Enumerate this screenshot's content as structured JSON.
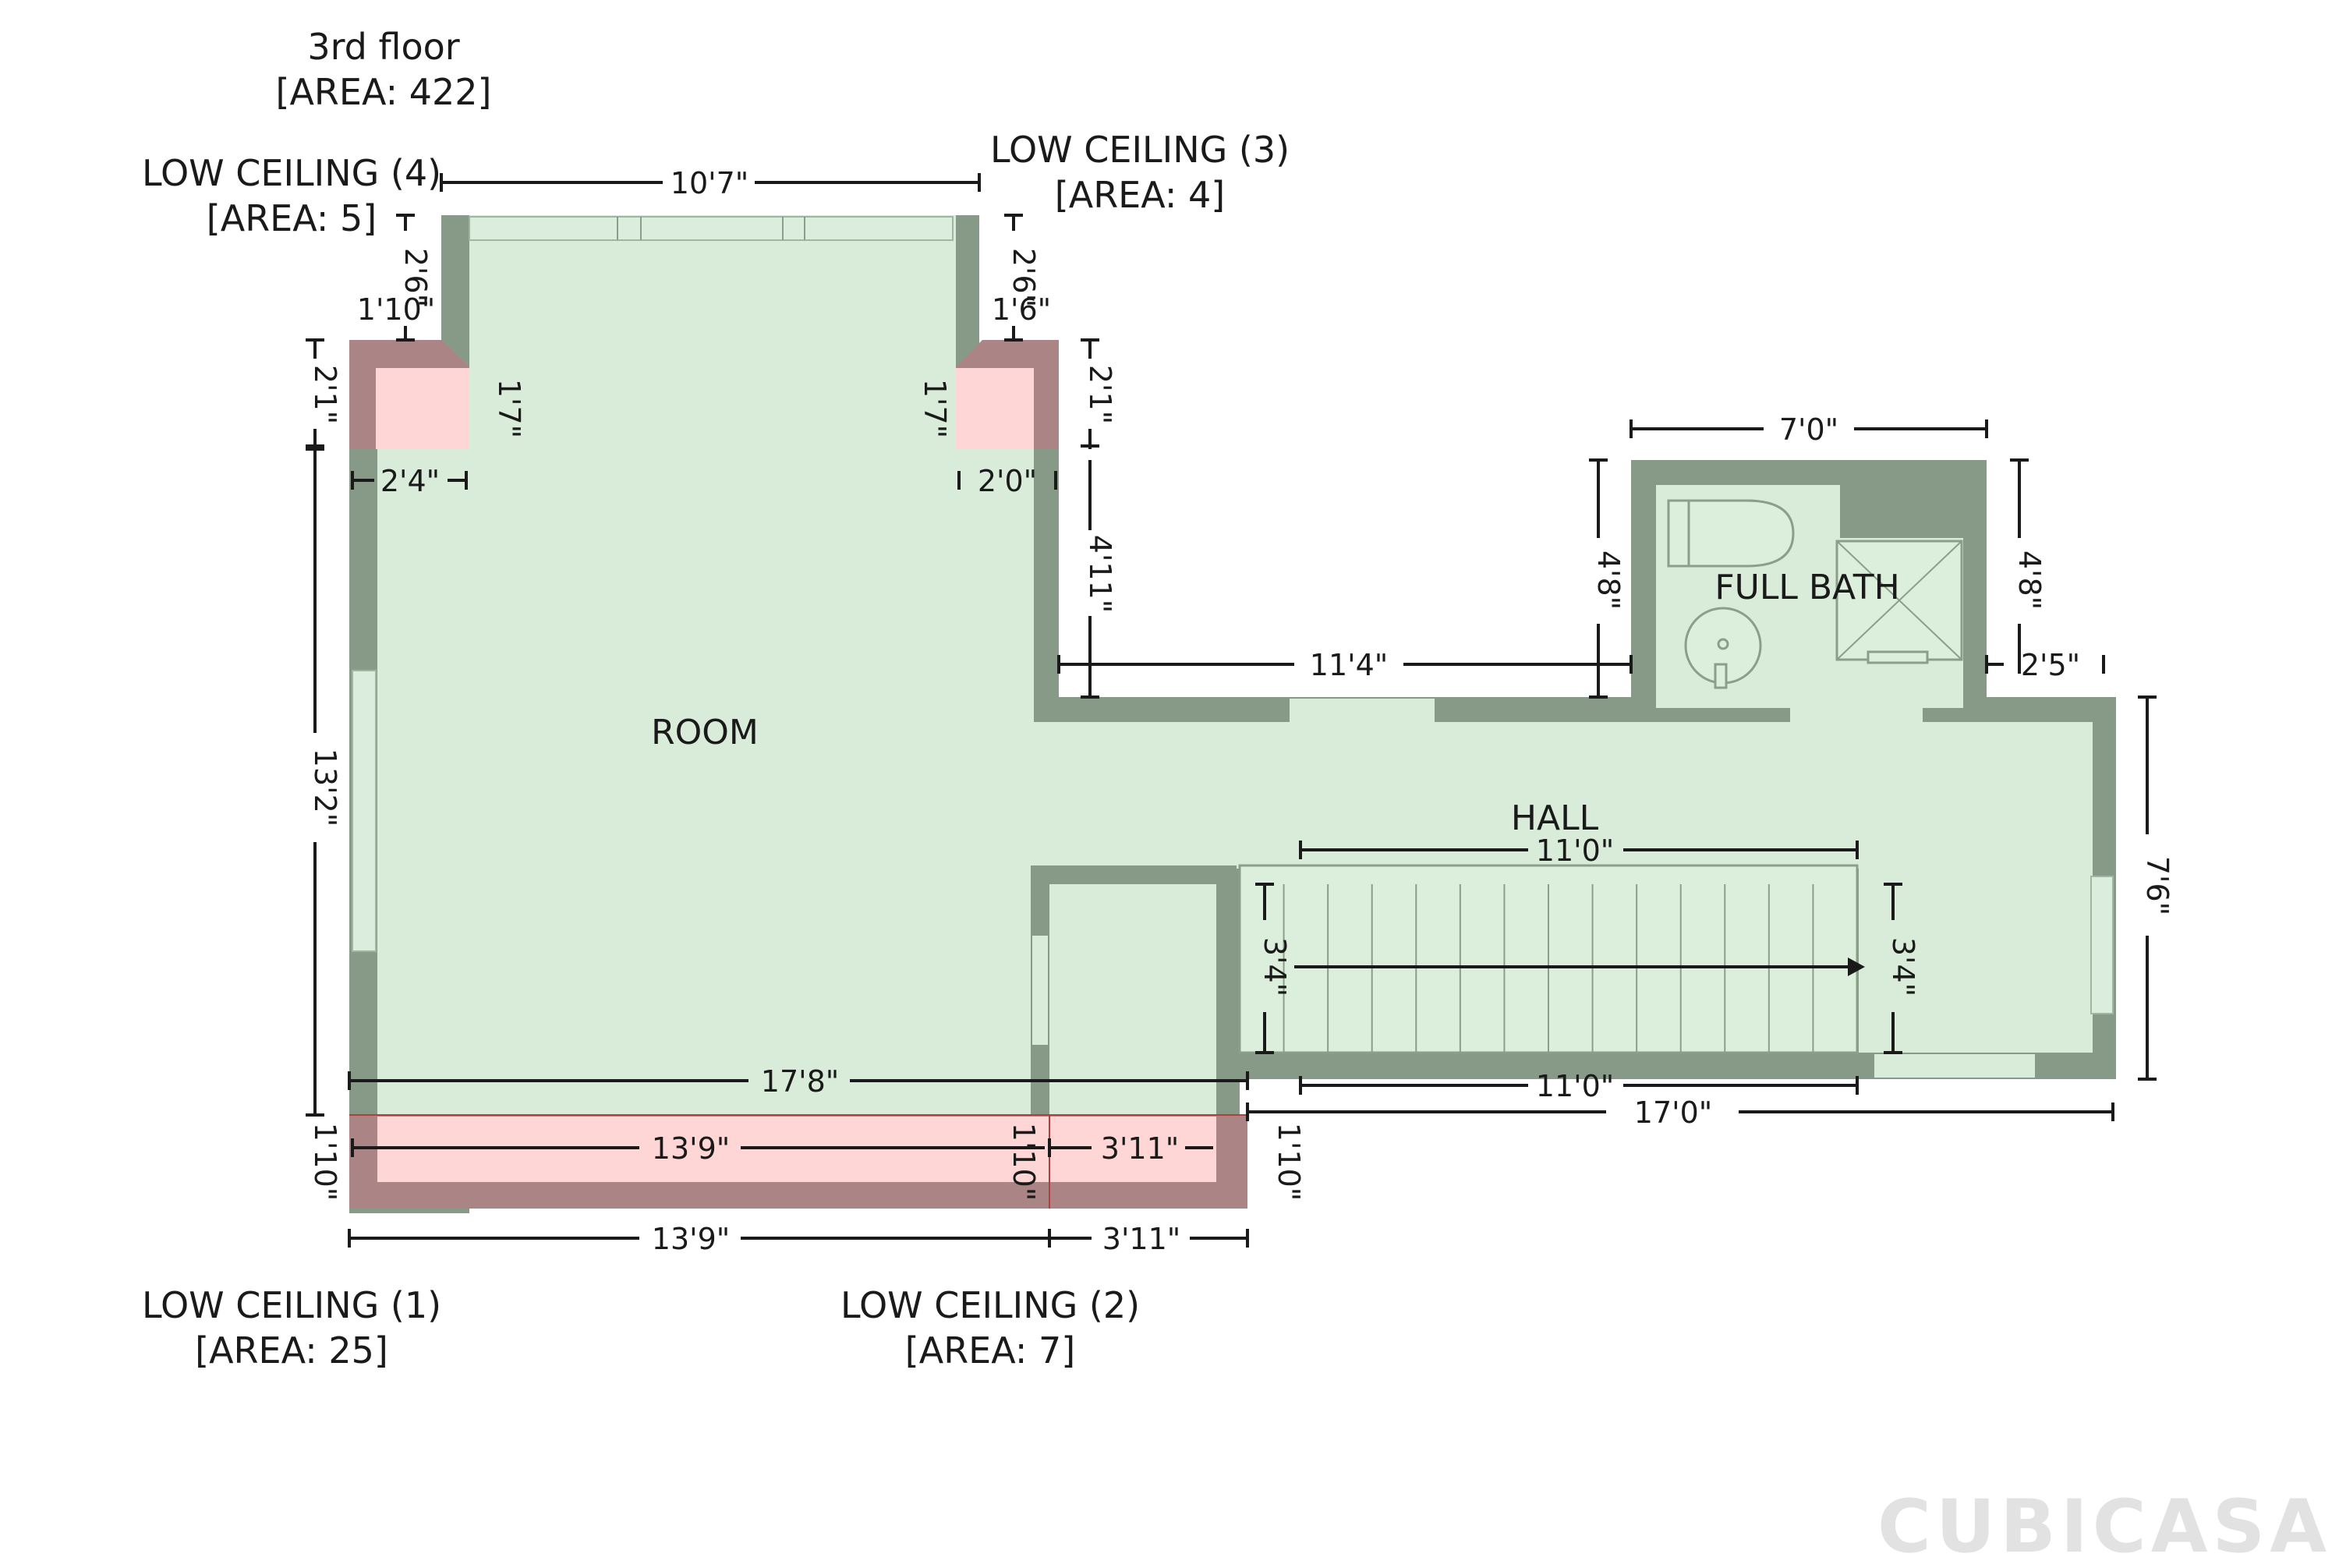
{
  "floor": {
    "name": "3rd floor",
    "area": "[AREA: 422]"
  },
  "rooms": {
    "room": "ROOM",
    "hall": "HALL",
    "full_bath": "FULL BATH"
  },
  "low_ceilings": [
    {
      "name": "LOW CEILING (1)",
      "area": "[AREA: 25]"
    },
    {
      "name": "LOW CEILING (2)",
      "area": "[AREA: 7]"
    },
    {
      "name": "LOW CEILING (3)",
      "area": "[AREA: 4]"
    },
    {
      "name": "LOW CEILING (4)",
      "area": "[AREA: 5]"
    }
  ],
  "dimensions": {
    "top_width": "10'7\"",
    "lc4_height": "2'6\"",
    "lc4_width": "1'10\"",
    "lc4_side": "2'1\"",
    "lc4_inner": "1'7\"",
    "lc4_bottom": "2'4\"",
    "lc3_height": "2'6\"",
    "lc3_width": "1'6\"",
    "lc3_side": "2'1\"",
    "lc3_inner": "1'7\"",
    "lc3_bottom": "2'0\"",
    "room_height": "13'2\"",
    "room_right_upper": "4'11\"",
    "hall_top": "11'4\"",
    "bath_width": "7'0\"",
    "bath_left": "4'8\"",
    "bath_right": "4'8\"",
    "bath_step": "2'5\"",
    "hall_height": "7'6\"",
    "stairs_top": "11'0\"",
    "stairs_bottom": "11'0\"",
    "stairs_left": "3'4\"",
    "stairs_right": "3'4\"",
    "total_width_room": "17'8\"",
    "hall_width": "17'0\"",
    "lc1_width": "13'9\"",
    "lc1_height": "1'10\"",
    "lc2_left": "1'10\"",
    "lc2_width": "3'11\"",
    "lc2_height": "1'10\"",
    "bottom_lc1": "13'9\"",
    "bottom_lc2": "3'11\""
  },
  "logo": "CUBICASA",
  "colors": {
    "room_fill": "#d9ecd9",
    "wall": "#879a87",
    "low_ceiling_fill": "#ffd6d6",
    "low_ceiling_wall": "#ab8585"
  }
}
